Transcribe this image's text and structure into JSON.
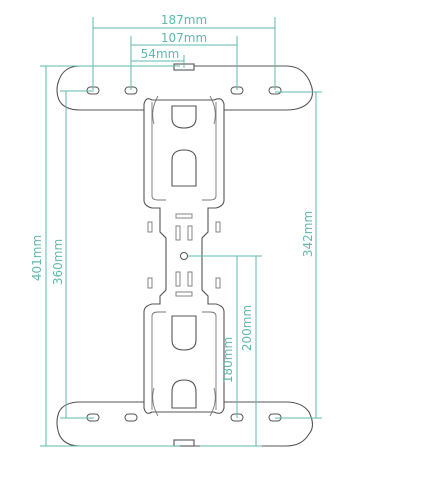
{
  "colors": {
    "dimension": "#5fb8ae",
    "outline": "#555555",
    "background": "#ffffff"
  },
  "dimensions": {
    "width_187": "187mm",
    "width_107": "107mm",
    "width_54": "54mm",
    "height_401": "401mm",
    "height_360": "360mm",
    "height_342": "342mm",
    "height_200": "200mm",
    "height_180": "180mm"
  }
}
